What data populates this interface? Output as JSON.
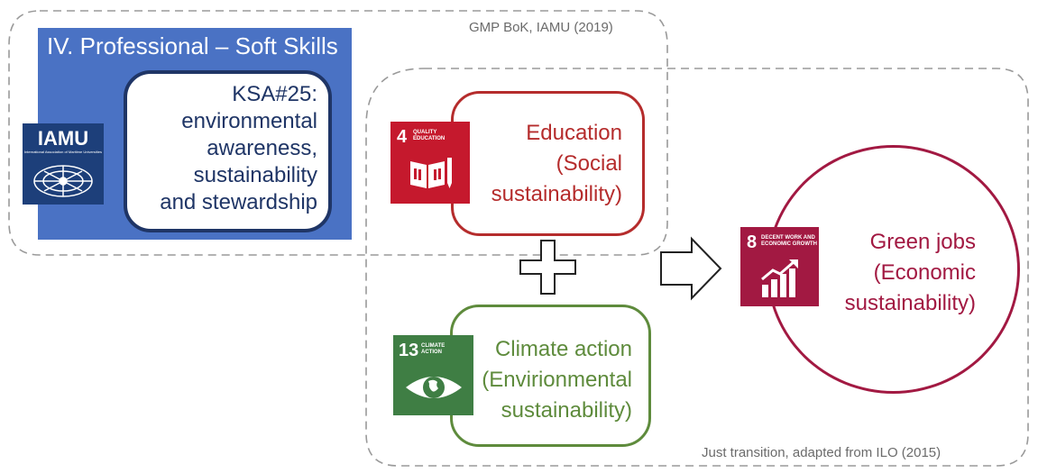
{
  "sources": {
    "top": "GMP BoK, IAMU (2019)",
    "bottom": "Just transition, adapted from ILO (2015)"
  },
  "iamu": {
    "title": "IV. Professional – Soft Skills",
    "ksa_lines": [
      "KSA#25:",
      "environmental",
      "awareness,",
      "sustainability",
      "and stewardship"
    ],
    "logo_text": "IAMU",
    "logo_subtext": "International Association of Maritime Universities",
    "color": "#4a72c4"
  },
  "education": {
    "sdg_number": "4",
    "sdg_label": "QUALITY\nEDUCATION",
    "lines": [
      "Education",
      "(Social",
      "sustainability)"
    ],
    "color": "#b52c2c"
  },
  "climate": {
    "sdg_number": "13",
    "sdg_label": "CLIMATE\nACTION",
    "lines": [
      "Climate action",
      "(Envirionmental",
      "sustainability)"
    ],
    "color": "#5e8b3c"
  },
  "economic": {
    "sdg_number": "8",
    "sdg_label": "DECENT WORK AND\nECONOMIC GROWTH",
    "lines": [
      "Green jobs",
      "(Economic",
      "sustainability)"
    ],
    "color": "#a21942"
  }
}
